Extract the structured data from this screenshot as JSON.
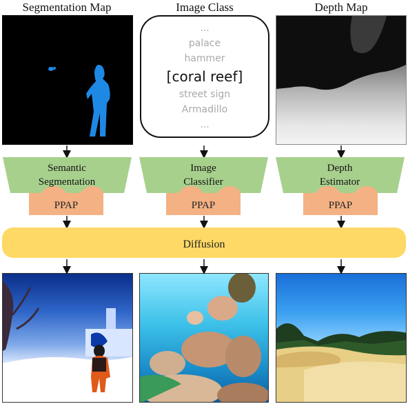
{
  "columns": [
    {
      "title": "Segmentation Map",
      "module": [
        "Semantic",
        "Segmentation"
      ],
      "ppap": "PPAP"
    },
    {
      "title": "Image Class",
      "module": [
        "Image",
        "Classifier"
      ],
      "ppap": "PPAP"
    },
    {
      "title": "Depth Map",
      "module": [
        "Depth",
        "Estimator"
      ],
      "ppap": "PPAP"
    }
  ],
  "class_list": {
    "items_before": [
      "...",
      "palace",
      "hammer"
    ],
    "selected": "[coral reef]",
    "items_after": [
      "street sign",
      "Armadillo",
      "..."
    ]
  },
  "diffusion_label": "Diffusion",
  "colors": {
    "module_green": "#a8d08d",
    "ppap_orange": "#f4b183",
    "diffusion_yellow": "#ffd966",
    "segment_blue": "#1e88e5"
  }
}
